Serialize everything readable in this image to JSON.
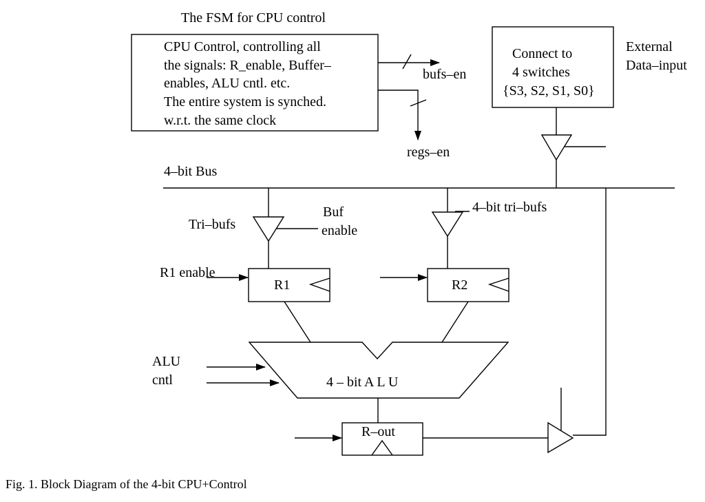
{
  "title": "The FSM for CPU control",
  "control_box": {
    "lines": [
      "CPU Control, controlling all",
      "the signals: R_enable, Buffer–",
      "enables, ALU cntl. etc.",
      "The entire system is synched.",
      "w.r.t. the same clock"
    ]
  },
  "bufs_en": "bufs–en",
  "regs_en": "regs–en",
  "switch_box": {
    "lines": [
      "Connect to",
      "4 switches",
      "{S3, S2, S1, S0}"
    ]
  },
  "external": {
    "lines": [
      "External",
      "Data–input"
    ]
  },
  "bus_label": "4–bit Bus",
  "tri_bufs": "Tri–bufs",
  "buf_enable": {
    "lines": [
      "Buf",
      "enable"
    ]
  },
  "tri_bufs_4bit": "4–bit tri–bufs",
  "r1_enable": "R1 enable",
  "r1": "R1",
  "r2": "R2",
  "alu_cntl": {
    "lines": [
      "ALU",
      "cntl"
    ]
  },
  "alu": "4 – bit  A L U",
  "r_out": "R–out",
  "caption": "Fig. 1.   Block Diagram of the 4-bit CPU+Control"
}
